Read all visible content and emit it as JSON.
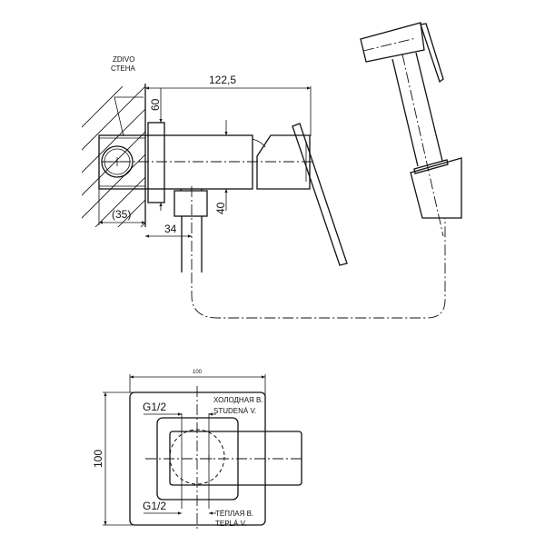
{
  "side_view": {
    "wall_label_1": "ZDIVO",
    "wall_label_2": "СТЕНА",
    "dim_length": "122,5",
    "dim_flange": "60",
    "dim_body": "40",
    "dim_outlet": "34",
    "dim_wall": "(35)"
  },
  "front_view": {
    "dim_width": "100",
    "dim_height": "100",
    "thread_top": "G1/2",
    "thread_bottom": "G1/2",
    "cold_ru": "ХОЛОДНАЯ В.",
    "cold_cz": "STUDENÁ V.",
    "hot_ru": "ТЁПЛАЯ В.",
    "hot_cz": "TEPLÁ V."
  }
}
